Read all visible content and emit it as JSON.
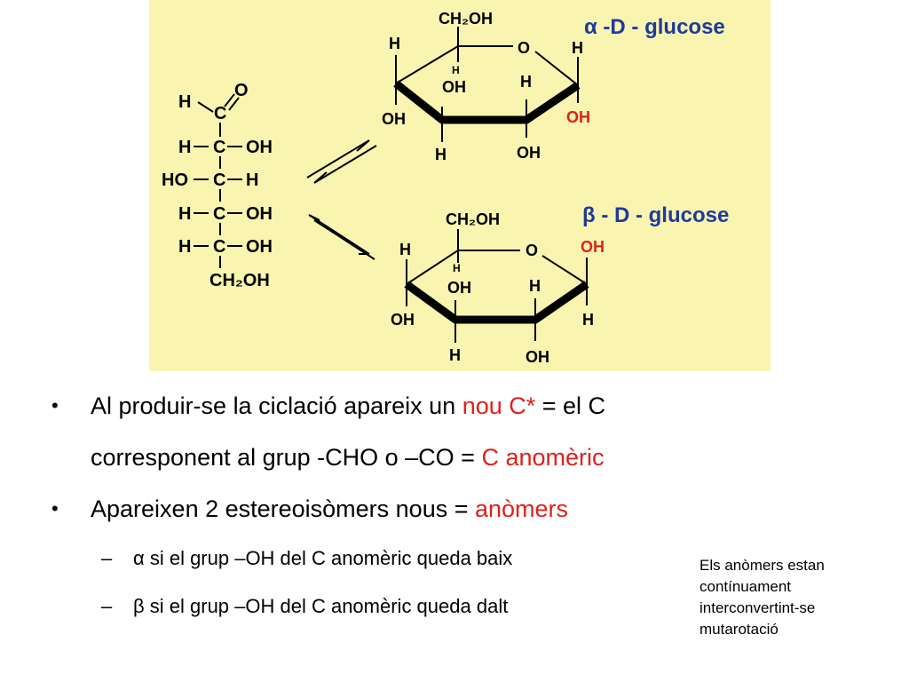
{
  "figure": {
    "background": "#f9f5b0",
    "accent_red": "#e0201b",
    "title_blue": "#1f3a9e",
    "fischer": {
      "top_h": "H",
      "top_c": "C",
      "top_o": "O",
      "rows": [
        {
          "left": "H",
          "center": "C",
          "right": "OH"
        },
        {
          "left": "HO",
          "center": "C",
          "right": "H"
        },
        {
          "left": "H",
          "center": "C",
          "right": "OH"
        },
        {
          "left": "H",
          "center": "C",
          "right": "OH"
        }
      ],
      "bottom": "CH₂OH"
    },
    "alpha": {
      "title_symbol": "α",
      "title_text": " -D - glucose",
      "ch2oh": "CH₂OH",
      "ring_o": "O",
      "c5_h": "H",
      "c4_h": "H",
      "c4_oh": "OH",
      "c3_oh": "OH",
      "c3_h": "H",
      "c2_h": "H",
      "c2_oh": "OH",
      "c1_h": "H",
      "c1_oh": "OH"
    },
    "beta": {
      "title_symbol": "β",
      "title_text": " - D - glucose",
      "ch2oh": "CH₂OH",
      "ring_o": "O",
      "c5_h": "H",
      "c4_h": "H",
      "c4_oh": "OH",
      "c3_oh": "OH",
      "c3_h": "H",
      "c2_h": "H",
      "c2_oh": "OH",
      "c1_oh": "OH",
      "c1_h": "H"
    }
  },
  "bullets": {
    "b1_part1": "Al produir-se la ciclació apareix un ",
    "b1_red1": "nou C*",
    "b1_part2": " = el C",
    "b1_line2": "corresponent al grup -CHO o –CO = ",
    "b1_red2": "C anomèric",
    "b2_text": "Apareixen 2 estereoisòmers nous = ",
    "b2_red": "anòmers",
    "sub1": "α  si el grup –OH del C anomèric queda baix",
    "sub2": "β  si el grup –OH del C anomèric queda dalt"
  },
  "note": {
    "line1": "Els anòmers estan",
    "line2": "contínuament",
    "line3": "interconvertint-se",
    "line4": " mutarotació"
  }
}
